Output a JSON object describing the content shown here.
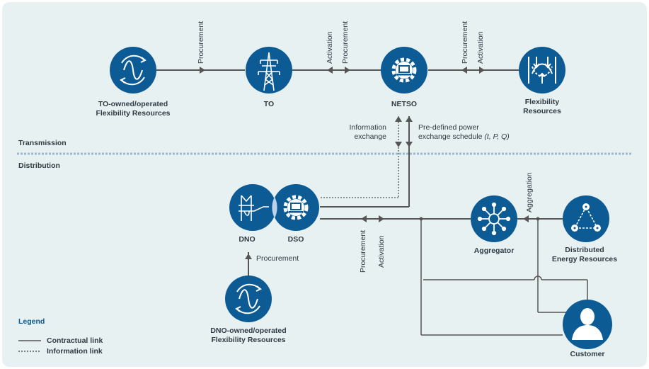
{
  "nodes": {
    "to_resources": {
      "label_line1": "TO-owned/operated",
      "label_line2": "Flexibility Resources",
      "icon": "flexibility-wave-icon"
    },
    "to": {
      "label": "TO",
      "icon": "transmission-tower-icon"
    },
    "netso": {
      "label": "NETSO",
      "icon": "gear-monitor-icon"
    },
    "flex_resources": {
      "label_line1": "Flexibility",
      "label_line2": "Resources",
      "icon": "flexibility-arrows-icon"
    },
    "dno": {
      "label": "DNO",
      "icon": "substation-icon"
    },
    "dso": {
      "label": "DSO",
      "icon": "gear-monitor-icon"
    },
    "dno_resources": {
      "label_line1": "DNO-owned/operated",
      "label_line2": "Flexibility Resources",
      "icon": "flexibility-wave-icon"
    },
    "aggregator": {
      "label": "Aggregator",
      "icon": "hub-icon"
    },
    "der": {
      "label_line1": "Distributed",
      "label_line2": "Energy Resources",
      "icon": "network-triangle-icon"
    },
    "customer": {
      "label": "Customer",
      "icon": "person-icon"
    }
  },
  "links": {
    "procurement": "Procurement",
    "activation": "Activation",
    "aggregation": "Aggregation",
    "info_line1": "Information",
    "info_line2": "exchange",
    "schedule_line1": "Pre-defined power",
    "schedule_line2": "exchange schedule ",
    "schedule_vars": "(t, P, Q)"
  },
  "zones": {
    "transmission": "Transmission",
    "distribution": "Distribution"
  },
  "legend": {
    "title": "Legend",
    "contractual": "Contractual link",
    "information": "Information link"
  },
  "colors": {
    "node_fill": "#0d5b94",
    "line": "#555555",
    "divider": "#9fb6d0",
    "background": "#e8f1f2"
  }
}
